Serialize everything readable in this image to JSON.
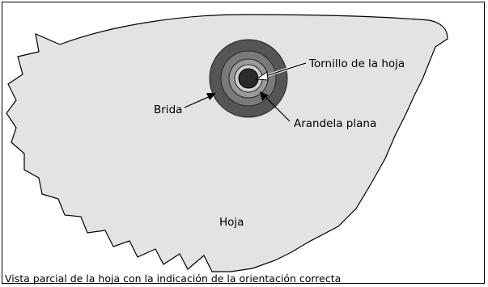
{
  "labels": {
    "blade_screw": "Tornillo de la hoja",
    "flange": "Brida",
    "flat_washer": "Arandela plana",
    "blade": "Hoja"
  },
  "caption": "Vista parcial de la hoja con la indicación de la orientación correcta",
  "colors": {
    "blade_fill": "#e3e3e3",
    "flange_fill": "#555555",
    "washer_fill": "#9a9a9a",
    "screw_fill": "#2a2a2a"
  }
}
